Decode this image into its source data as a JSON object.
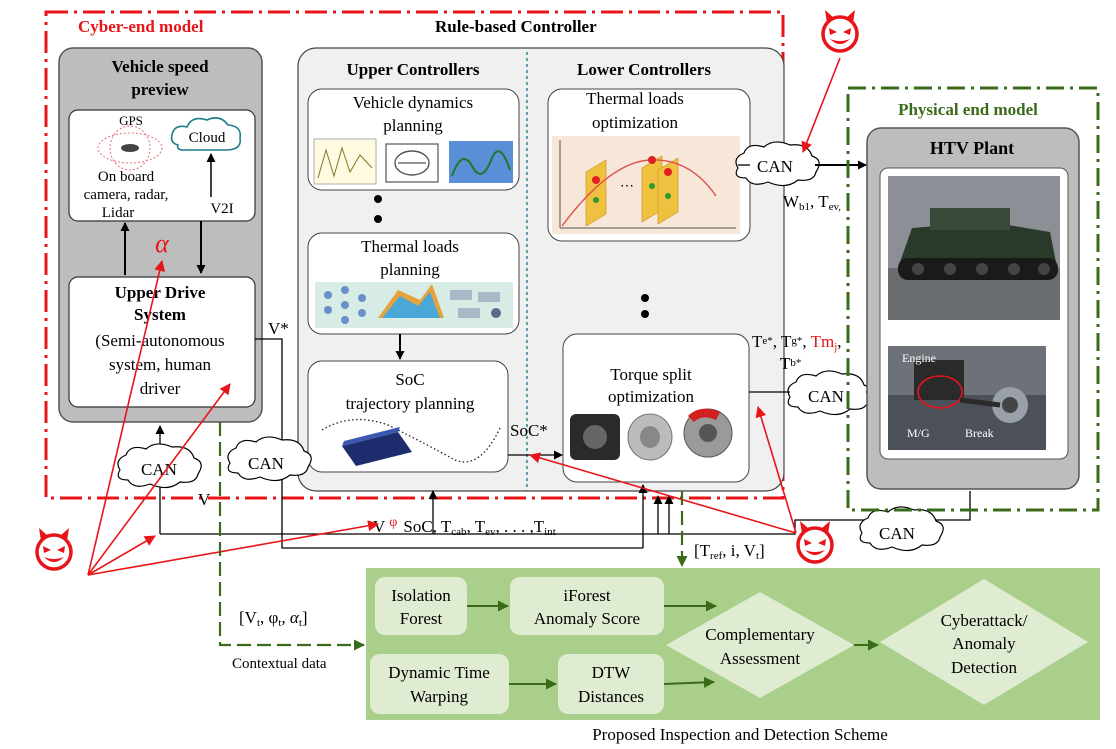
{
  "cyber_end": {
    "title": "Cyber-end model"
  },
  "controller": {
    "title": "Rule-based Controller"
  },
  "speed_preview": {
    "title_line1": "Vehicle speed",
    "title_line2": "preview",
    "gps": "GPS",
    "cloud": "Cloud",
    "sensors_line1": "On board",
    "sensors_line2": "camera, radar,",
    "sensors_line3": "Lidar",
    "v2i": "V2I",
    "alpha": "α"
  },
  "upper_drive": {
    "title_line1": "Upper Drive",
    "title_line2": "System",
    "desc_line1": "(Semi-autonomous",
    "desc_line2": "system, human",
    "desc_line3": "driver"
  },
  "upper_controllers": {
    "title": "Upper Controllers",
    "vdp_line1": "Vehicle dynamics",
    "vdp_line2": "planning",
    "tlp_line1": "Thermal loads",
    "tlp_line2": "planning",
    "soc_line1": "SoC",
    "soc_line2": "trajectory planning"
  },
  "lower_controllers": {
    "title": "Lower Controllers",
    "tlo_line1": "Thermal loads",
    "tlo_line2": "optimization",
    "torque_line1": "Torque split",
    "torque_line2": "optimization"
  },
  "physical_end": {
    "title": "Physical end model",
    "plant": "HTV Plant",
    "engine": "Engine",
    "mg": "M/G",
    "brake": "Break"
  },
  "signals": {
    "can": "CAN",
    "v_star": "V*",
    "v": "V",
    "soc_star": "SoC*",
    "wb1": "W",
    "wb1_sub": "b1",
    "tev_out": "T",
    "tev_out_sub": "ev,",
    "te": "T",
    "te_sub": "e*",
    "tg": "T",
    "tg_sub": "g*",
    "tmj": "Tm",
    "tmj_sub": "j",
    "tb": "T",
    "tb_sub": "b*",
    "bus_v": "V",
    "bus_phi": "φ",
    "bus_soc": "SoC",
    "bus_tcab": "T",
    "bus_tcab_sub": "cab",
    "bus_tev": "T",
    "bus_tev_sub": "ev",
    "bus_dots": ", . . . ,",
    "bus_tint": "T",
    "bus_tint_sub": "int",
    "tref_open": "[T",
    "tref_sub": "ref",
    "tref_rest": ", i, V",
    "tref_vt_sub": "t",
    "tref_close": "]",
    "ctx_open": "[V",
    "ctx_t": "t",
    "ctx_phi": ", φ",
    "ctx_alpha": ", α",
    "ctx_close": "]",
    "contextual": "Contextual data"
  },
  "detection": {
    "iso_line1": "Isolation",
    "iso_line2": "Forest",
    "score_line1": "iForest",
    "score_line2": "Anomaly Score",
    "dtw_line1": "Dynamic Time",
    "dtw_line2": "Warping",
    "dist_line1": "DTW",
    "dist_line2": "Distances",
    "comp_line1": "Complementary",
    "comp_line2": "Assessment",
    "cyber_line1": "Cyberattack/",
    "cyber_line2": "Anomaly",
    "cyber_line3": "Detection",
    "caption": "Proposed Inspection and Detection Scheme"
  },
  "colors": {
    "red": "#e8141a",
    "dark_green": "#3a6b1a",
    "light_green": "#a9cf8a",
    "node_green": "#dfecd2",
    "gray_panel": "#bdbdbd",
    "light_panel": "#f0f0f0",
    "teal": "#1f7d8c"
  }
}
